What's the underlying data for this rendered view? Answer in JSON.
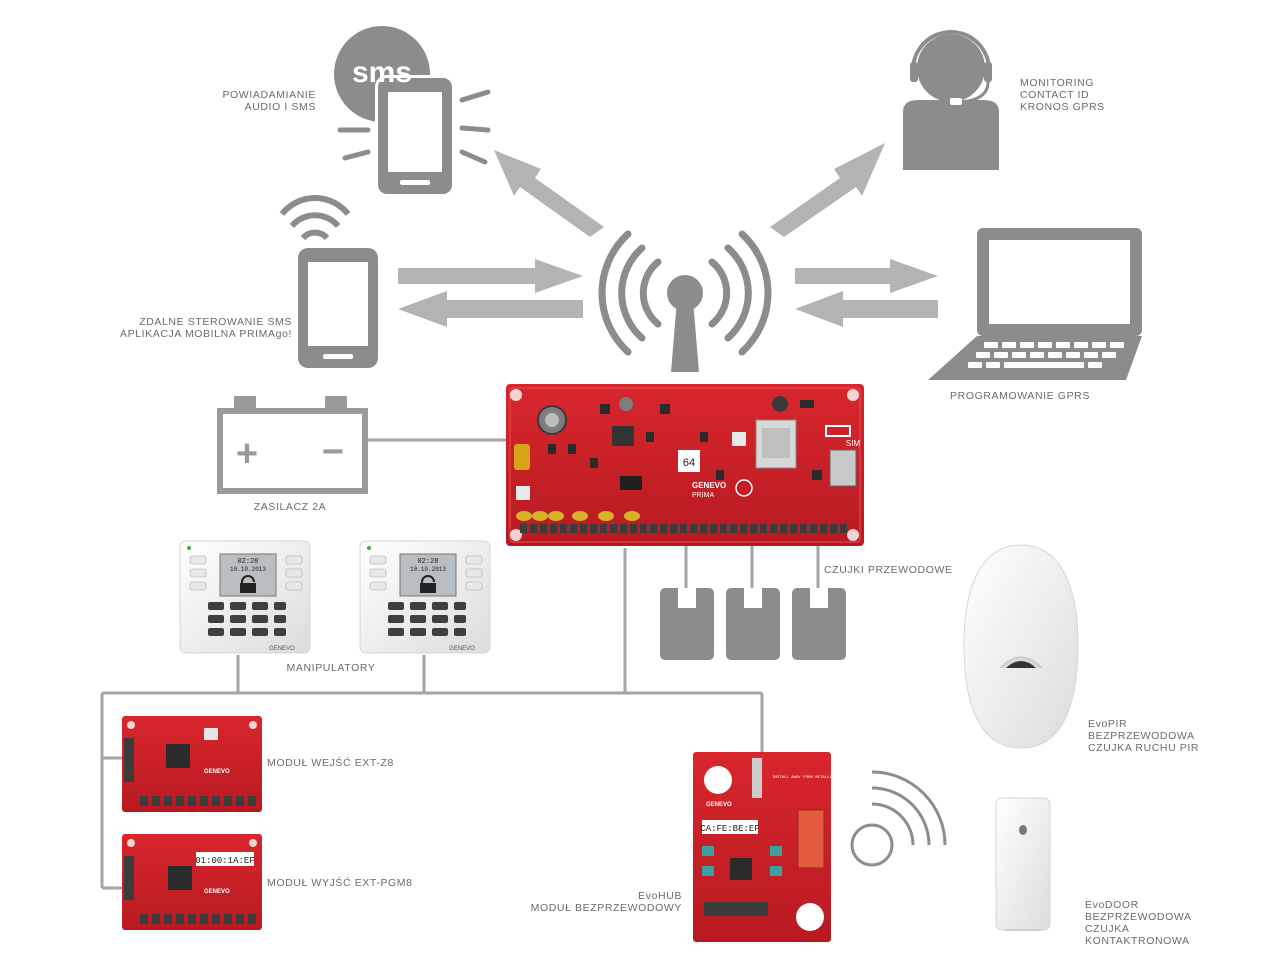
{
  "labels": {
    "sms_notify": [
      "POWIADAMIANIE",
      "AUDIO I SMS"
    ],
    "monitoring": [
      "MONITORING",
      "CONTACT ID",
      "KRONOS GPRS"
    ],
    "remote_control": [
      "ZDALNE STEROWANIE SMS",
      "APLIKACJA MOBILNA PRIMAgo!"
    ],
    "gprs_programming": "PROGRAMOWANIE GPRS",
    "power_supply": "ZASILACZ 2A",
    "keypads": "MANIPULATORY",
    "wired_sensors": "CZUJKI PRZEWODOWE",
    "evopir": [
      "EvoPIR",
      "BEZPRZEWODOWA",
      "CZUJKA RUCHU PIR"
    ],
    "input_module": "MODUŁ WEJŚĆ EXT-Z8",
    "output_module": "MODUŁ WYJŚĆ EXT-PGM8",
    "evohub": [
      "EvoHUB",
      "MODUŁ BEZPRZEWODOWY"
    ],
    "evodoor": [
      "EvoDOOR",
      "BEZPRZEWODOWA",
      "CZUJKA",
      "KONTAKTRONOWA"
    ]
  },
  "device_texts": {
    "sms_bubble": "sms",
    "board_brand": "GENEVO",
    "board_model": "PRIMA",
    "board_chip": "64",
    "board_sim": "SIM",
    "keypad_time": "02:28",
    "keypad_date": "10.10.2013",
    "keypad_brand": "GENEVO",
    "pgm_display": "01:00:1A:EF",
    "hub_mac": "CA:FE:BE:EF",
    "hub_warning": "INSTALL AWAY FROM METALLIC STRUCTURES",
    "battery_plus": "+",
    "battery_minus": "−"
  },
  "colors": {
    "icon_gray": "#8c8c8c",
    "arrow_gray": "#b3b3b3",
    "line_gray": "#9a9a9a",
    "pcb_red": "#cf2027",
    "text_gray": "#6b6b6b"
  }
}
